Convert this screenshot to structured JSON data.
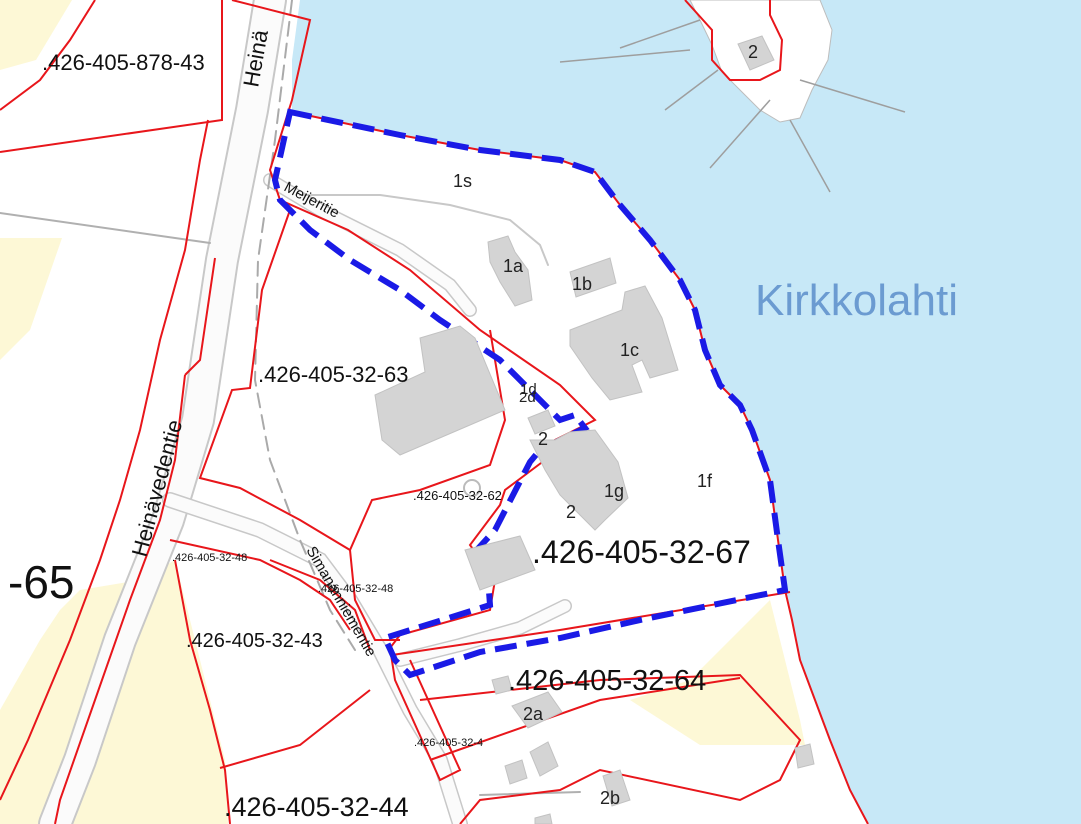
{
  "colors": {
    "water": "#c7e8f7",
    "land": "#ffffff",
    "field": "#fdf8d6",
    "parcel_line": "#e8161b",
    "selection": "#1a1ae6",
    "building": "#d4d4d4",
    "road": "#c8c8c8",
    "lake_label": "#6b9bd1"
  },
  "labels": {
    "lake": "Kirkkolahti",
    "parcel_878_43": ".426-405-878-43",
    "parcel_63": ".426-405-32-63",
    "parcel_62": ".426-405-32-62",
    "parcel_67": ".426-405-32-67",
    "parcel_48a": ".426-405-32-48",
    "parcel_48b": ".426-405-32-48",
    "parcel_43": ".426-405-32-43",
    "parcel_64": ".426-405-32-64",
    "parcel_4": ".426-405-32-4",
    "parcel_44": ".426-405-32-44",
    "parcel_65": "-65",
    "road_heinavedentie": "Heinävedentie",
    "road_heina_top": "Heinä",
    "road_meijeritie": "Meijeritie",
    "road_simananniementie": "Simananniementie"
  },
  "buildings": {
    "b_1s": "1s",
    "b_1a": "1a",
    "b_1b": "1b",
    "b_1c": "1c",
    "b_1d": "1d",
    "b_2d": "2d",
    "b_2": "2",
    "b_1g": "1g",
    "b_2low": "2",
    "b_1f": "1f",
    "b_2a": "2a",
    "b_2b": "2b",
    "b_2island": "2"
  }
}
